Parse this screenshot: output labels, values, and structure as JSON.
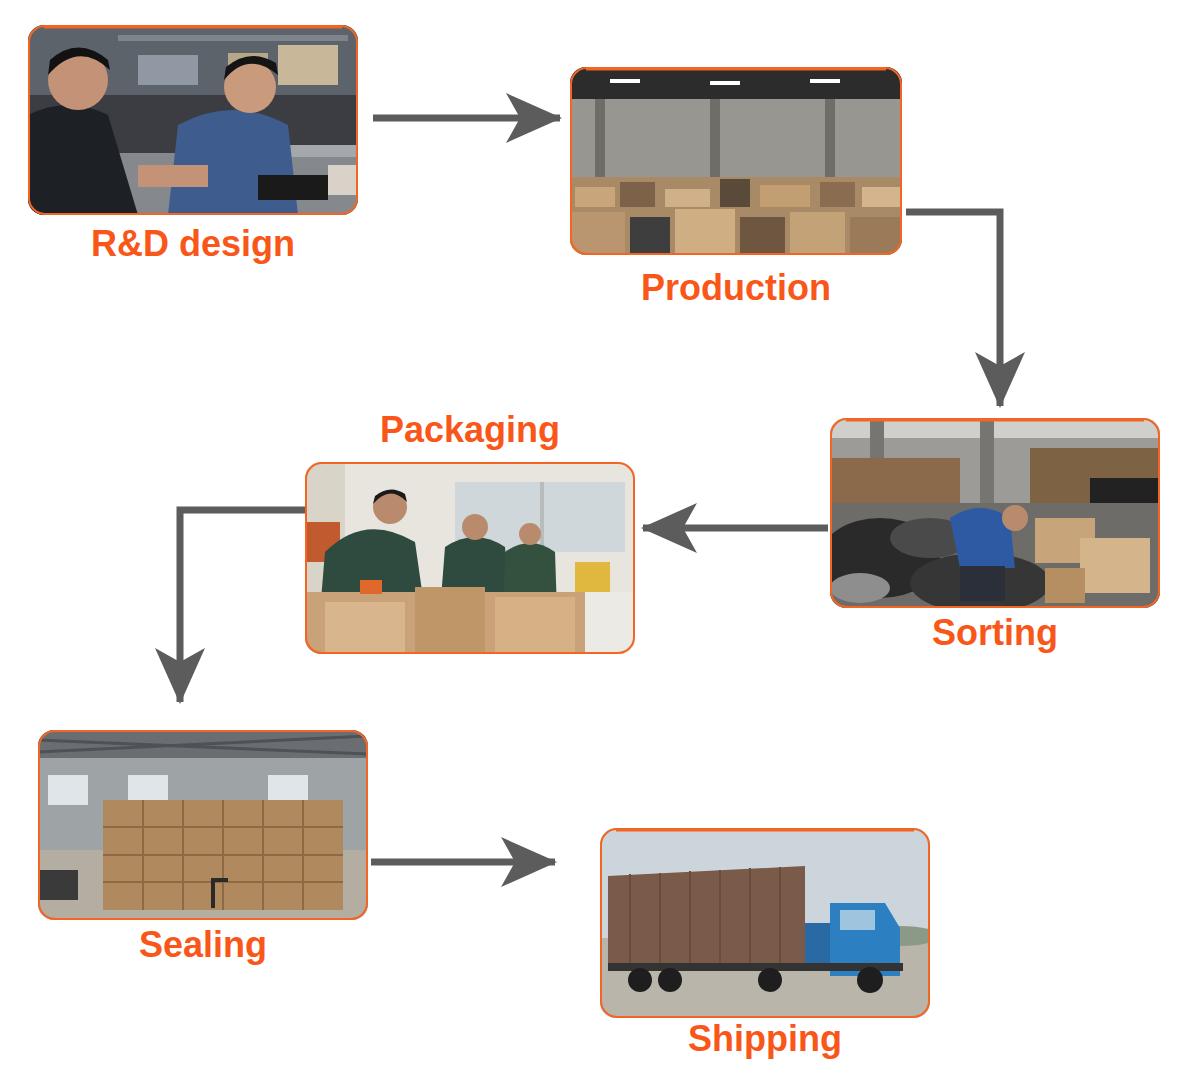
{
  "diagram": {
    "nodes": [
      {
        "text": [
          "R&D design"
        ]
      },
      {
        "text": [
          "Production"
        ]
      },
      {
        "text": [
          "Sorting"
        ]
      },
      {
        "text": [
          "Packaging"
        ]
      },
      {
        "text": [
          "Sealing"
        ]
      },
      {
        "text": [
          "Shipping"
        ]
      }
    ],
    "edges": [
      {
        "from": 0,
        "to": 1,
        "arrow": "to"
      },
      {
        "from": 1,
        "to": 2,
        "arrow": "to"
      },
      {
        "from": 2,
        "to": 3,
        "arrow": "to"
      },
      {
        "from": 3,
        "to": 4,
        "arrow": "to"
      },
      {
        "from": 4,
        "to": 5,
        "arrow": "to"
      }
    ]
  }
}
